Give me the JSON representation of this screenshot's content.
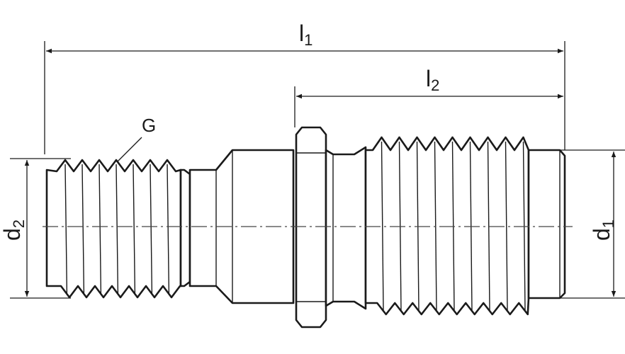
{
  "labels": {
    "l1": {
      "main": "l",
      "sub": "1"
    },
    "l2": {
      "main": "l",
      "sub": "2"
    },
    "d1": {
      "main": "d",
      "sub": "1"
    },
    "d2": {
      "main": "d",
      "sub": "2"
    },
    "thread": "G"
  },
  "colors": {
    "line": "#1a1a1a",
    "background": "#ffffff"
  }
}
